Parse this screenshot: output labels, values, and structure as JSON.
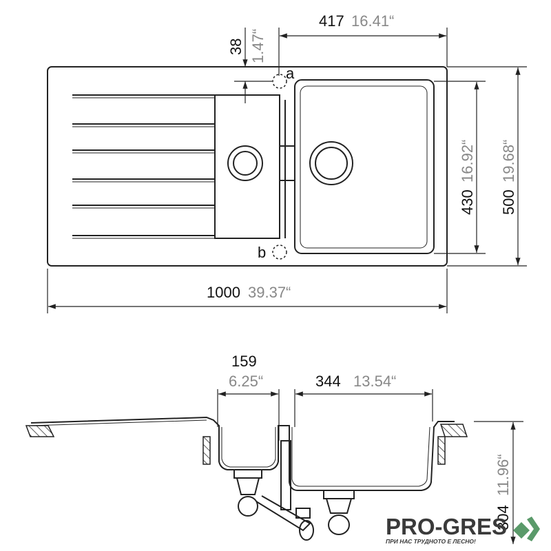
{
  "top_view": {
    "width_bowl": {
      "mm": "417",
      "inch": "16.41“"
    },
    "offset": {
      "mm": "38",
      "inch": "1.47“"
    },
    "bowl_depth": {
      "mm": "430",
      "inch": "16.92“"
    },
    "total_depth": {
      "mm": "500",
      "inch": "19.68“"
    },
    "total_width": {
      "mm": "1000",
      "inch": "39.37“"
    },
    "marker_a": "a",
    "marker_b": "b"
  },
  "side_view": {
    "small_bowl": {
      "mm": "159",
      "inch": "6.25“"
    },
    "large_bowl": {
      "mm": "344",
      "inch": "13.54“"
    },
    "height": {
      "mm": "304",
      "inch": "11.96“"
    }
  },
  "logo": {
    "name": "PRO-GRES",
    "tagline": "ПРИ НАС ТРУДНОТО Е ЛЕСНО!",
    "accent": "#5a9a6a"
  }
}
